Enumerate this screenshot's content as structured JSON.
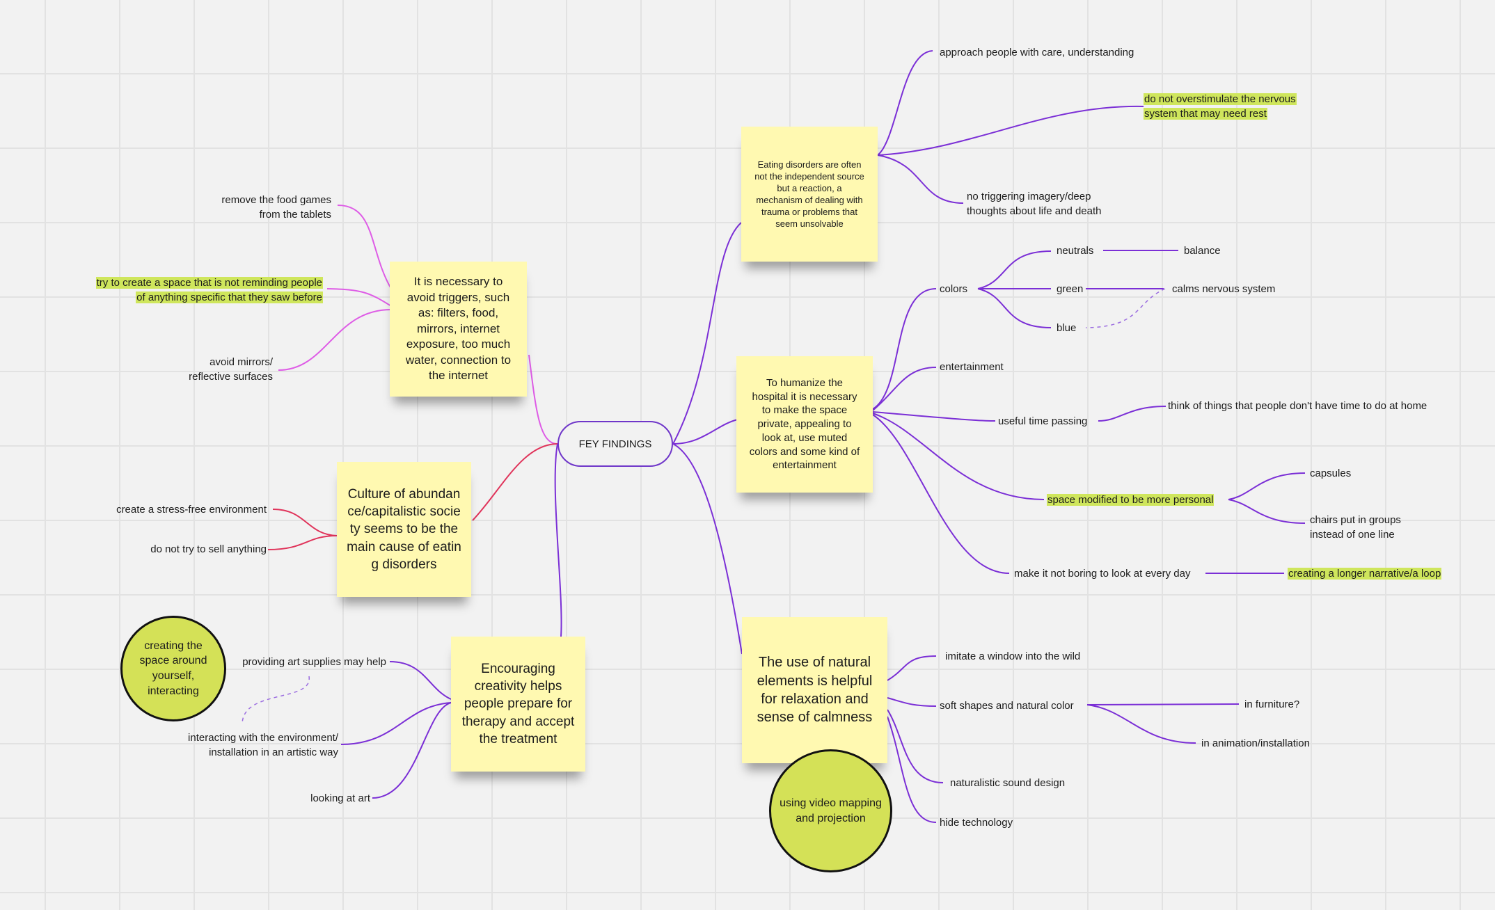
{
  "root": {
    "label": "FEY FINDINGS"
  },
  "stickies": {
    "triggers": "It is necessary to avoid triggers, such as: filters, food, mirrors, internet exposure, too much water, connection to the internet",
    "culture": "Culture of abundance/capitalistic society seems to be the main cause of eating disorders",
    "creativity": "Encouraging creativity helps people prepare for therapy and accept the treatment",
    "eating": "Eating disorders are often not the independent source but a reaction, a mechanism of dealing with trauma or problems that seem unsolvable",
    "humanize": "To humanize the hospital it is necessary to make the space private, appealing to look at, use muted colors and some kind of entertainment",
    "natural": "The use of natural elements is helpful for relaxation and sense of calmness"
  },
  "circles": {
    "space": "creating the space around yourself, interacting",
    "video": "using video mapping and projection"
  },
  "labels": {
    "remove_food": [
      "remove the  food games",
      "from the tablets"
    ],
    "try_space": [
      "try to create a space that is not reminding people",
      "of anything specific that they saw before"
    ],
    "avoid_mirrors": [
      "avoid mirrors/",
      "reflective surfaces"
    ],
    "stress_free": "create a stress-free environment",
    "do_not_sell": "do not try to sell anything",
    "art_supplies": "providing art supplies may help",
    "interacting_env": [
      "interacting with the environment/",
      "installation in an artistic way"
    ],
    "looking_art": "looking at art",
    "approach": "approach people with care, understanding",
    "overstimulate": [
      "do not overstimulate the nervous",
      "system that may need rest"
    ],
    "no_triggering": [
      "no triggering imagery/deep",
      "thoughts about life and death"
    ],
    "colors": "colors",
    "neutrals": "neutrals",
    "balance": "balance",
    "green": "green",
    "calms": "calms nervous system",
    "blue": "blue",
    "entertainment": "entertainment",
    "useful_time": "useful time passing",
    "think_things": "think of things that people don't have time to do at home",
    "space_personal": "space modified to be more personal",
    "capsules": "capsules",
    "chairs": [
      "chairs put in groups",
      "instead of one line"
    ],
    "not_boring": "make it not boring to look at every day",
    "longer_narrative": "creating a longer narrative/a loop",
    "imitate_window": "imitate a window into the wild",
    "soft_shapes": "soft shapes and natural color",
    "in_furniture": "in furniture?",
    "in_animation": "in animation/installation",
    "sound_design": "naturalistic sound design",
    "hide_tech": "hide technology"
  },
  "colors": {
    "purple": "#7b2fd6",
    "pink": "#de5ce6",
    "red": "#e0335a",
    "sticky": "#fff9b1",
    "highlight": "#cfe65c",
    "circle": "#d4e157"
  }
}
